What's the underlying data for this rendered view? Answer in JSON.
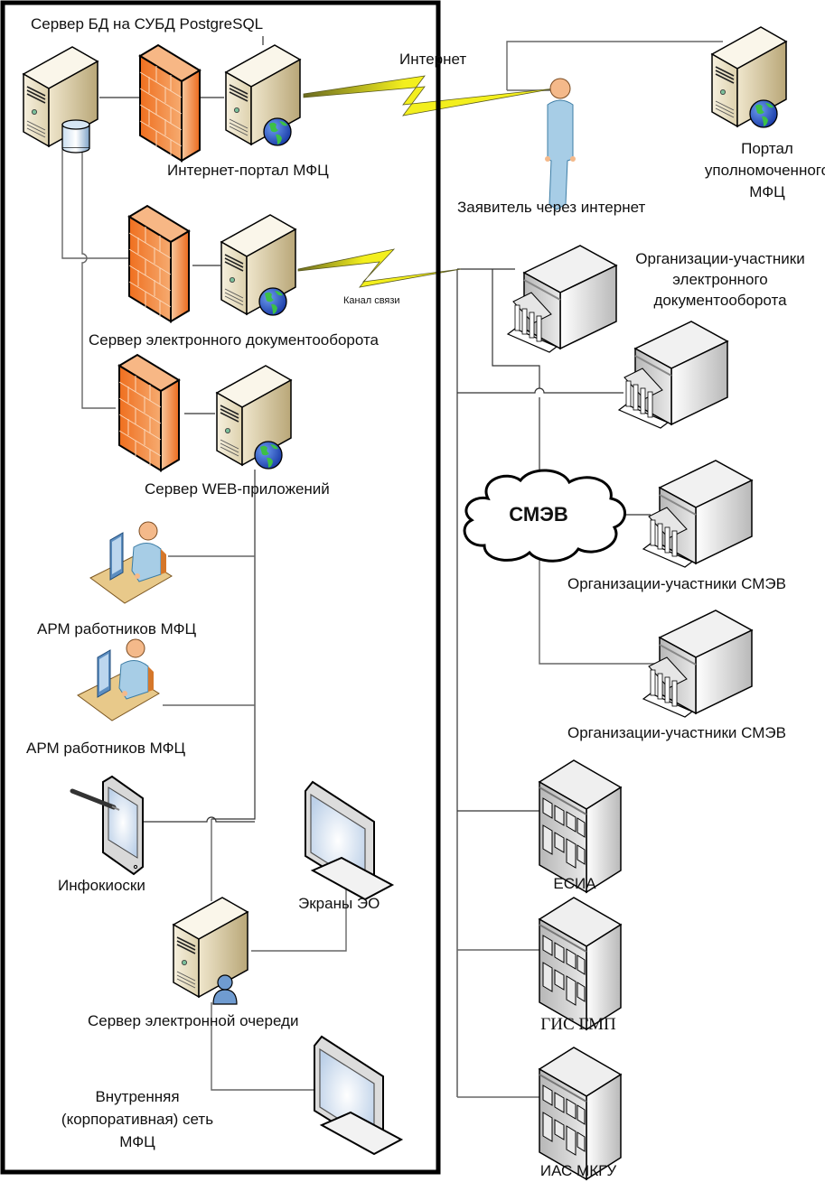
{
  "diagram": {
    "boundary_label": [
      "Внутренняя",
      "(корпоративная) сеть",
      "МФЦ"
    ],
    "nodes": {
      "db_server": {
        "label": "Сервер БД на СУБД PostgreSQL",
        "icon": "database-server-icon"
      },
      "portal_server": {
        "label": "Интернет-портал МФЦ",
        "icon": "web-server-icon"
      },
      "edo_server": {
        "label": "Сервер электронного документооборота",
        "icon": "web-server-icon"
      },
      "web_server": {
        "label": "Сервер WEB-приложений",
        "icon": "web-server-icon"
      },
      "arm1": {
        "label": "АРМ работников МФЦ",
        "icon": "workstation-user-icon"
      },
      "arm2": {
        "label": "АРМ работников МФЦ",
        "icon": "workstation-user-icon"
      },
      "kiosk": {
        "label": "Инфокиоски",
        "icon": "tablet-kiosk-icon"
      },
      "screens": {
        "label": "Экраны ЭО",
        "icon": "monitor-icon"
      },
      "queue_server": {
        "label": "Сервер электронной очереди",
        "icon": "user-server-icon"
      },
      "queue_monitor": {
        "label": "",
        "icon": "monitor-icon"
      },
      "applicant": {
        "label": "Заявитель через интернет",
        "icon": "person-icon"
      },
      "partner_portal": {
        "label": [
          "Портал",
          "уполномоченного",
          "МФЦ"
        ],
        "icon": "web-server-icon"
      },
      "edo_orgs": {
        "label": [
          "Организации-участники",
          "электронного",
          "документооборота"
        ],
        "icon": "government-building-icon"
      },
      "smev": {
        "label": "СМЭВ",
        "icon": "cloud-icon"
      },
      "smev_org1": {
        "label": "Организации-участники СМЭВ",
        "icon": "government-building-icon"
      },
      "smev_org2": {
        "label": "Организации-участники СМЭВ",
        "icon": "government-building-icon"
      },
      "esia": {
        "label": "ЕСИА",
        "icon": "office-building-icon"
      },
      "gis_gmp": {
        "label": "ГИС ГМП",
        "icon": "office-building-icon"
      },
      "ias_mkgu": {
        "label": "ИАС МКГУ",
        "icon": "office-building-icon"
      }
    },
    "links": {
      "internet": "Интернет",
      "channel": "Канал связи"
    },
    "colors": {
      "firewall": "#f07a30",
      "server_body": "#ece3c9",
      "globe": "#2a58c8",
      "lightning": "#f4f020",
      "person": "#a9cde4",
      "boundary": "#000000"
    }
  }
}
